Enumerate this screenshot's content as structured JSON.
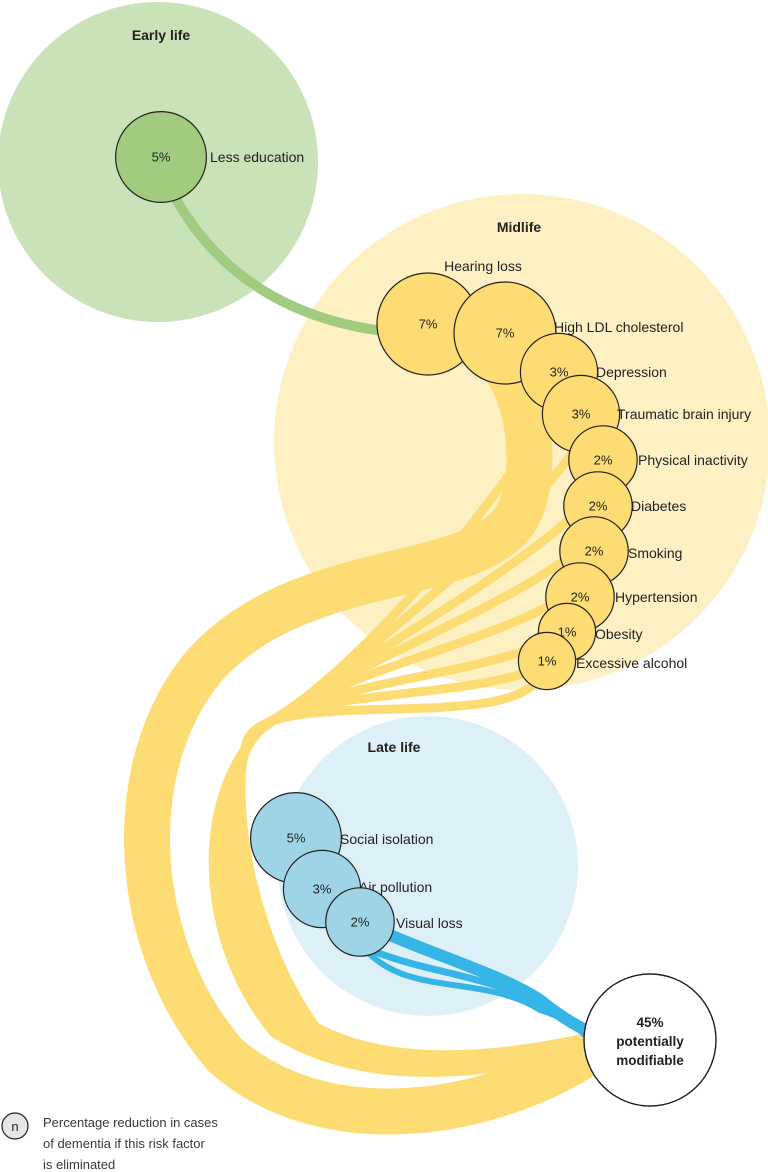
{
  "colors": {
    "early_bg": "#c9e2b8",
    "early_dot": "#a1cc7f",
    "early_stream": "#a1cc7f",
    "mid_bg": "#fdf1c3",
    "mid_dot": "#fedc74",
    "mid_stream": "#fedc74",
    "late_bg": "#def0f7",
    "late_dot": "#9fd4e6",
    "late_stream": "#35b4e6",
    "outline": "#231f20"
  },
  "stages": {
    "early": {
      "label": "Early life"
    },
    "mid": {
      "label": "Midlife"
    },
    "late": {
      "label": "Late life"
    }
  },
  "risk_factors": [
    {
      "stage": "early",
      "name": "Less education",
      "value": 5,
      "pct_label": "5%"
    },
    {
      "stage": "mid",
      "name": "Hearing loss",
      "value": 7,
      "pct_label": "7%"
    },
    {
      "stage": "mid",
      "name": "High LDL cholesterol",
      "value": 7,
      "pct_label": "7%"
    },
    {
      "stage": "mid",
      "name": "Depression",
      "value": 3,
      "pct_label": "3%"
    },
    {
      "stage": "mid",
      "name": "Traumatic brain injury",
      "value": 3,
      "pct_label": "3%"
    },
    {
      "stage": "mid",
      "name": "Physical inactivity",
      "value": 2,
      "pct_label": "2%"
    },
    {
      "stage": "mid",
      "name": "Diabetes",
      "value": 2,
      "pct_label": "2%"
    },
    {
      "stage": "mid",
      "name": "Smoking",
      "value": 2,
      "pct_label": "2%"
    },
    {
      "stage": "mid",
      "name": "Hypertension",
      "value": 2,
      "pct_label": "2%"
    },
    {
      "stage": "mid",
      "name": "Obesity",
      "value": 1,
      "pct_label": "1%"
    },
    {
      "stage": "mid",
      "name": "Excessive alcohol",
      "value": 1,
      "pct_label": "1%"
    },
    {
      "stage": "late",
      "name": "Social isolation",
      "value": 5,
      "pct_label": "5%"
    },
    {
      "stage": "late",
      "name": "Air pollution",
      "value": 3,
      "pct_label": "3%"
    },
    {
      "stage": "late",
      "name": "Visual loss",
      "value": 2,
      "pct_label": "2%"
    }
  ],
  "total": {
    "line1": "45%",
    "line2": "potentially",
    "line3": "modifiable"
  },
  "legend": {
    "symbol": "n",
    "line1": "Percentage reduction in cases",
    "line2": "of dementia if this risk factor",
    "line3": "is eliminated"
  }
}
